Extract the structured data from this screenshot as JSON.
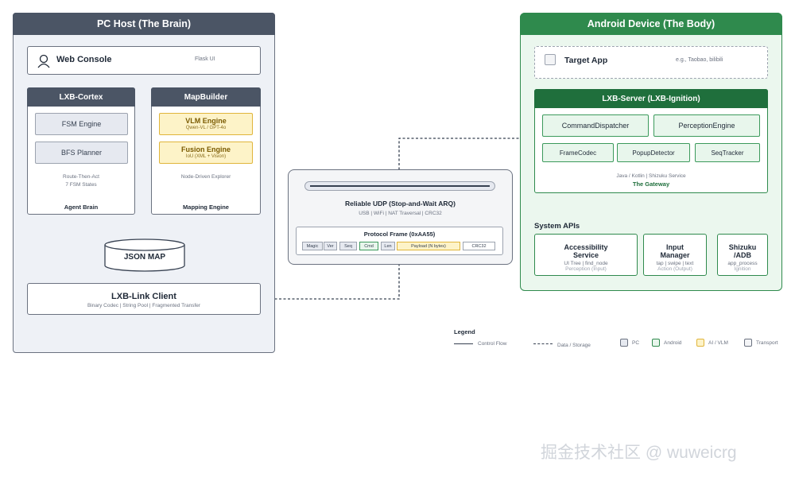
{
  "pc_host": {
    "title": "PC Host (The Brain)",
    "web_console": {
      "label": "Web Console",
      "note": "Flask UI"
    },
    "cortex": {
      "title": "LXB-Cortex",
      "fsm": "FSM Engine",
      "bfs": "BFS Planner",
      "desc1": "Route-Then-Act",
      "desc2": "7 FSM States",
      "footer": "Agent Brain"
    },
    "mapbuilder": {
      "title": "MapBuilder",
      "vlm": "VLM Engine",
      "vlm_sub": "Qwen-VL / GPT-4o",
      "fusion": "Fusion Engine",
      "fusion_sub": "IoU (XML + Vision)",
      "desc": "Node-Driven Explorer",
      "footer": "Mapping Engine"
    },
    "json_map": "JSON MAP",
    "link_client": {
      "title": "LXB-Link Client",
      "sub": "Binary Codec | String Pool | Fragmented Transfer"
    }
  },
  "transport": {
    "title": "Reliable UDP (Stop-and-Wait ARQ)",
    "sub": "USB | WiFi | NAT Traversal | CRC32",
    "frame_title": "Protocol Frame (0xAA55)",
    "fields": [
      "Magic",
      "Ver",
      "Seq",
      "Cmd",
      "Len",
      "Payload (N bytes)",
      "CRC32"
    ]
  },
  "android": {
    "title": "Android Device (The Body)",
    "target_app": {
      "label": "Target App",
      "note": "e.g., Taobao, bilibili"
    },
    "server": {
      "title": "LXB-Server (LXB-Ignition)",
      "modules": [
        "CommandDispatcher",
        "PerceptionEngine",
        "FrameCodec",
        "PopupDetector",
        "SeqTracker"
      ],
      "sub": "Java / Kotlin | Shizuku Service",
      "gateway": "The Gateway"
    },
    "system_apis": "System APIs",
    "apis": [
      {
        "title1": "Accessibility",
        "title2": "Service",
        "line1": "UI Tree | find_node",
        "line2": "Perception (Input)"
      },
      {
        "title1": "Input",
        "title2": "Manager",
        "line1": "tap | swipe | text",
        "line2": "Action (Output)"
      },
      {
        "title1": "Shizuku",
        "title2": "/ADB",
        "line1": "app_process",
        "line2": "Ignition"
      }
    ]
  },
  "legend": {
    "title": "Legend",
    "control_flow": "Control Flow",
    "data_storage": "Data / Storage",
    "pc": "PC",
    "android": "Android",
    "ai": "AI / VLM",
    "transport": "Transport"
  },
  "watermark": "掘金技术社区 @ wuweicrg",
  "colors": {
    "pc_head": "#4b5565",
    "android_green": "#2f8a4d",
    "ai_yellow": "#e0b53b"
  }
}
